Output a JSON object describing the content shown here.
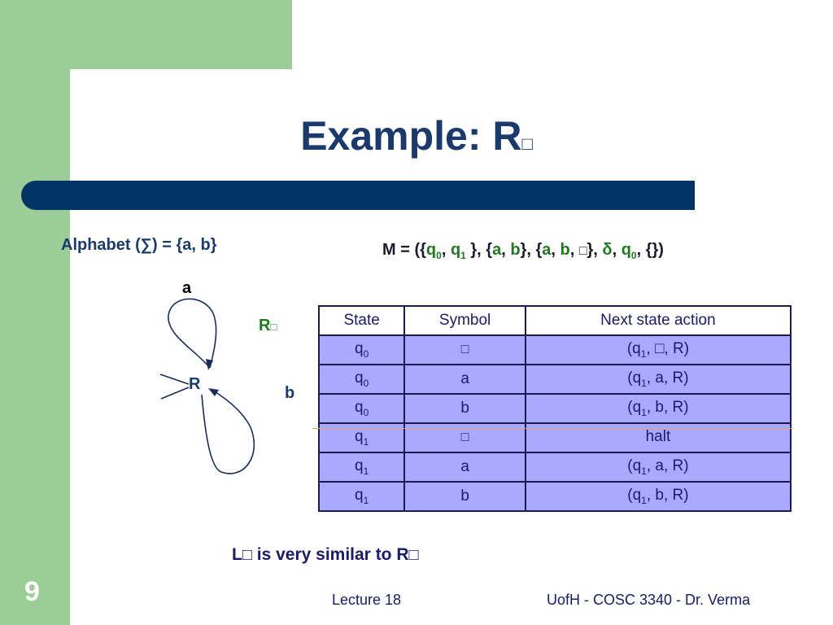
{
  "slide": {
    "title_prefix": "Example: R",
    "title_symbol": "□",
    "slide_number": "9"
  },
  "alphabet": {
    "text": "Alphabet (∑) = {a, b}"
  },
  "machine": {
    "p1": "M = ({",
    "q0": "q",
    "q0_sub": "0",
    "p2": ", ",
    "q1": "q",
    "q1_sub": "1",
    "p3": " }, {",
    "a1": "a",
    "p4": ", ",
    "b1": "b",
    "p5": "}, {",
    "a2": "a",
    "p6": ", ",
    "b2": "b",
    "p7": ", ",
    "blank": "□",
    "p8": "}, ",
    "delta": "δ",
    "p9": ", ",
    "q0b": "q",
    "q0b_sub": "0",
    "p10": ", {",
    "p11": "})"
  },
  "diagram": {
    "loop_top_label": "a",
    "state_label": "R",
    "loop_bottom_label": "b",
    "machine_label": "R",
    "machine_symbol": "□"
  },
  "table": {
    "headers": [
      "State",
      "Symbol",
      "Next state action"
    ],
    "rows": [
      {
        "state": "q",
        "state_sub": "0",
        "symbol": "□",
        "a_pre": "(q",
        "a_sub": "1",
        "a_post": ", □, R)"
      },
      {
        "state": "q",
        "state_sub": "0",
        "symbol": "a",
        "a_pre": "(q",
        "a_sub": "1",
        "a_post": ", a, R)"
      },
      {
        "state": "q",
        "state_sub": "0",
        "symbol": "b",
        "a_pre": "(q",
        "a_sub": "1",
        "a_post": ", b, R)"
      },
      {
        "state": "q",
        "state_sub": "1",
        "symbol": "□",
        "a_pre": "halt",
        "a_sub": "",
        "a_post": ""
      },
      {
        "state": "q",
        "state_sub": "1",
        "symbol": "a",
        "a_pre": "(q",
        "a_sub": "1",
        "a_post": ", a, R)"
      },
      {
        "state": "q",
        "state_sub": "1",
        "symbol": "b",
        "a_pre": "(q",
        "a_sub": "1",
        "a_post": ", b, R)"
      }
    ]
  },
  "note": {
    "l": "L",
    "sym1": "□",
    "mid": " is very similar to R",
    "sym2": "□"
  },
  "footer": {
    "left": "Lecture 18",
    "right": "UofH - COSC 3340 - Dr. Verma"
  },
  "colors": {
    "green": "#9dcd97",
    "navy": "#003466",
    "table_fill": "#a9a9ff",
    "accent_green": "#1e7a1e"
  }
}
